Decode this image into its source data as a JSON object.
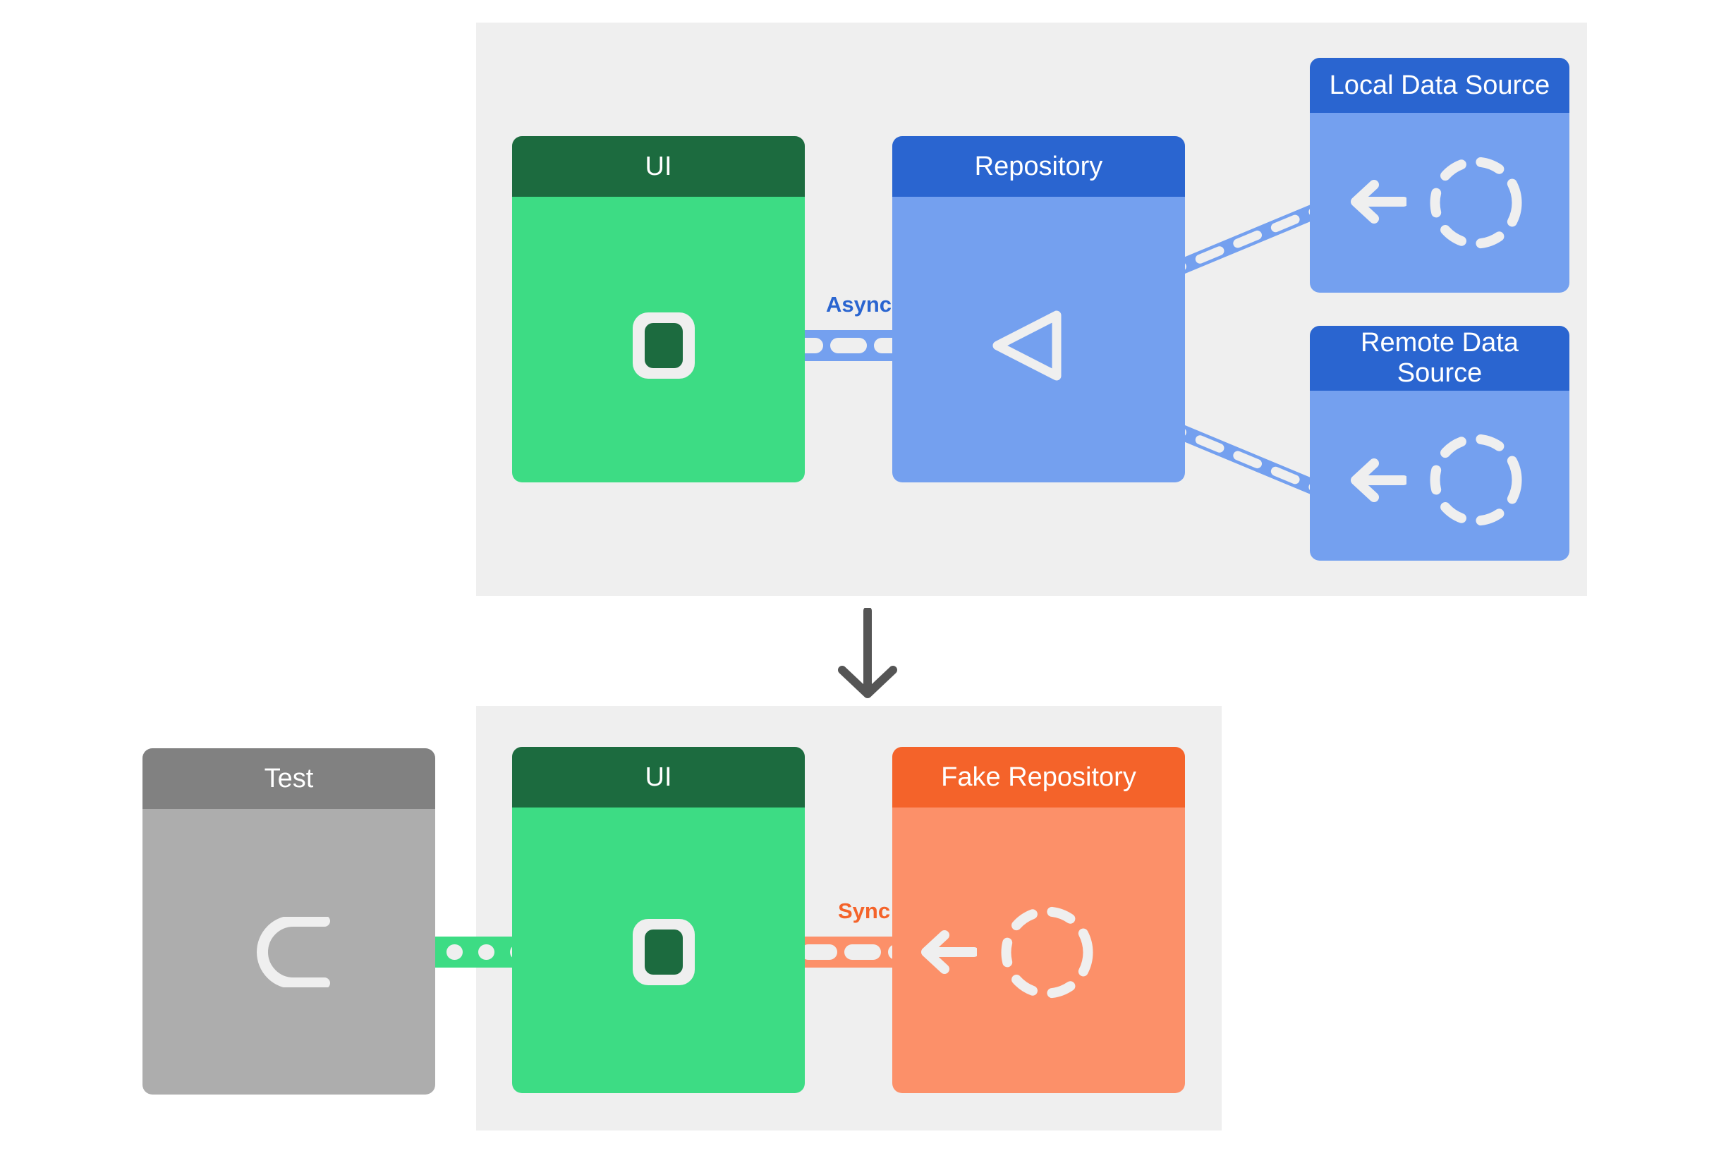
{
  "diagram": {
    "title_semantic": "repository-pattern-testing-diagram",
    "colors": {
      "panel_bg": "#efefef",
      "page_bg": "#ffffff",
      "green_header": "#1c6b3f",
      "green_body": "#3ddc84",
      "blue_header": "#2a65d0",
      "blue_body": "#74a0ef",
      "orange_header": "#f4632a",
      "orange_body": "#fc9069",
      "gray_header": "#818181",
      "gray_body": "#adadad",
      "connector_white": "#efefef",
      "flow_arrow": "#555555"
    },
    "production_panel": {
      "name": "production-architecture-panel",
      "nodes": {
        "ui": {
          "label": "UI",
          "theme": "green"
        },
        "repository": {
          "label": "Repository",
          "theme": "blue"
        },
        "local_data_source": {
          "label": "Local Data Source",
          "theme": "blue"
        },
        "remote_data_source": {
          "label": "Remote Data Source",
          "theme": "blue"
        }
      },
      "edges": [
        {
          "name": "ui-to-repository",
          "label": "Async",
          "style": "dashed",
          "color": "#74a0ef",
          "from": "ui",
          "to": "repository"
        },
        {
          "name": "repository-to-local-data-source",
          "label": "",
          "style": "dashed",
          "color": "#74a0ef",
          "from": "repository",
          "to": "local_data_source"
        },
        {
          "name": "repository-to-remote-data-source",
          "label": "",
          "style": "dashed",
          "color": "#74a0ef",
          "from": "repository",
          "to": "remote_data_source"
        }
      ],
      "icons": {
        "repository_glyph": "triangle-left-outline-icon",
        "data_source_glyph": "dashed-circle-icon",
        "data_source_arrow": "arrow-left-icon",
        "ui_plug": "square-plug-icon"
      }
    },
    "flow_arrow": {
      "name": "downward-flow-arrow",
      "icon": "arrow-down-icon"
    },
    "test_panel": {
      "name": "test-architecture-panel",
      "nodes": {
        "test": {
          "label": "Test",
          "theme": "gray"
        },
        "ui": {
          "label": "UI",
          "theme": "green"
        },
        "fake_repository": {
          "label": "Fake Repository",
          "theme": "orange"
        }
      },
      "edges": [
        {
          "name": "test-to-ui",
          "label": "",
          "style": "dotted",
          "color": "#3ddc84",
          "from": "test",
          "to": "ui"
        },
        {
          "name": "ui-to-fake-repository",
          "label": "Sync",
          "style": "dashed",
          "color": "#fc9069",
          "from": "ui",
          "to": "fake_repository"
        }
      ],
      "icons": {
        "test_socket": "half-circle-socket-icon",
        "ui_plug": "square-plug-icon",
        "fake_repository_glyph": "dashed-circle-icon",
        "fake_repository_arrow": "arrow-left-icon"
      }
    }
  }
}
